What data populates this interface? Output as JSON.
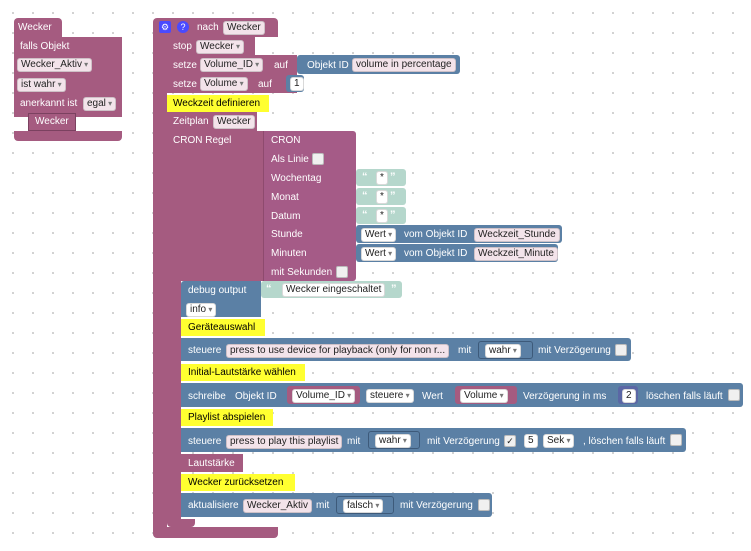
{
  "left_block": {
    "title": "Wecker",
    "condition": "falls Objekt",
    "object": "Wecker_Aktiv",
    "state": "ist wahr",
    "ack_label": "anerkannt ist",
    "ack_value": "egal",
    "inner_label": "Wecker"
  },
  "main": {
    "gear_icon": "gear-icon",
    "help_icon": "help-icon",
    "after_label": "nach",
    "after_value": "Wecker",
    "stop_label": "stop",
    "stop_value": "Wecker",
    "set1_label": "setze",
    "set1_var": "Volume_ID",
    "set1_on": "auf",
    "set1_objlabel": "Objekt ID",
    "set1_obj": "volume in percentage",
    "set2_label": "setze",
    "set2_var": "Volume",
    "set2_on": "auf",
    "set2_num": "1",
    "comment_wake": "Weckzeit definieren",
    "schedule_label": "Zeitplan",
    "schedule_value": "Wecker",
    "cron_rule": "CRON Regel",
    "cron_title": "CRON",
    "cron_line": "Als Linie",
    "cron_weekday": "Wochentag",
    "cron_month": "Monat",
    "cron_date": "Datum",
    "cron_hour": "Stunde",
    "cron_minute": "Minuten",
    "cron_seconds": "mit Sekunden",
    "star": "*",
    "value_label": "Wert",
    "from_object": "vom Objekt ID",
    "hour_obj": "Weckzeit_Stunde",
    "minute_obj": "Weckzeit_Minute",
    "debug_label": "debug output",
    "debug_text": "Wecker eingeschaltet",
    "debug_level": "info",
    "comment_device": "Geräteauswahl",
    "ctrl1_label": "steuere",
    "ctrl1_obj": "press to use device for playback (only for non r...",
    "ctrl1_with": "mit",
    "ctrl1_val": "wahr",
    "ctrl1_delay": "mit Verzögerung",
    "comment_volume": "Initial-Lautstärke wählen",
    "write_label": "schreibe",
    "write_obj_label": "Objekt ID",
    "write_var": "Volume_ID",
    "write_mode": "steuere",
    "write_value_label": "Wert",
    "write_value": "Volume",
    "write_delay": "Verzögerung in ms",
    "write_ms": "2",
    "write_clear": "löschen falls läuft",
    "comment_playlist": "Playlist abspielen",
    "ctrl2_label": "steuere",
    "ctrl2_obj": "press to play this playlist",
    "ctrl2_with": "mit",
    "ctrl2_val": "wahr",
    "ctrl2_delay": "mit Verzögerung",
    "ctrl2_check": "✓",
    "ctrl2_num": "5",
    "ctrl2_unit": "Sek",
    "ctrl2_clear": ", löschen falls läuft",
    "volume_label": "Lautstärke",
    "comment_reset": "Wecker zurücksetzen",
    "update_label": "aktualisiere",
    "update_var": "Wecker_Aktiv",
    "update_with": "mit",
    "update_val": "falsch",
    "update_delay": "mit Verzögerung"
  }
}
